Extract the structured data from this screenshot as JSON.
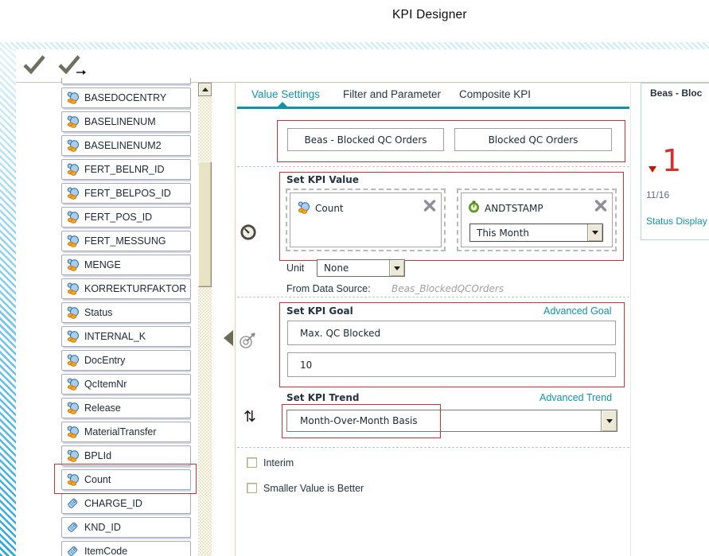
{
  "title": "KPI Designer",
  "tabs": [
    {
      "label": "Value Settings",
      "active": true
    },
    {
      "label": "Filter and Parameter",
      "active": false
    },
    {
      "label": "Composite KPI",
      "active": false
    }
  ],
  "sidebar": {
    "items": [
      {
        "label": "BASEDOCENTRY",
        "icon": "measure-icon"
      },
      {
        "label": "BASELINENUM",
        "icon": "measure-icon"
      },
      {
        "label": "BASELINENUM2",
        "icon": "measure-icon"
      },
      {
        "label": "FERT_BELNR_ID",
        "icon": "measure-icon"
      },
      {
        "label": "FERT_BELPOS_ID",
        "icon": "measure-icon"
      },
      {
        "label": "FERT_POS_ID",
        "icon": "measure-icon"
      },
      {
        "label": "FERT_MESSUNG",
        "icon": "measure-icon"
      },
      {
        "label": "MENGE",
        "icon": "measure-icon"
      },
      {
        "label": "KORREKTURFAKTOR",
        "icon": "measure-icon"
      },
      {
        "label": "Status",
        "icon": "measure-icon"
      },
      {
        "label": "INTERNAL_K",
        "icon": "measure-icon"
      },
      {
        "label": "DocEntry",
        "icon": "measure-icon"
      },
      {
        "label": "QcItemNr",
        "icon": "measure-icon"
      },
      {
        "label": "Release",
        "icon": "measure-icon"
      },
      {
        "label": "MaterialTransfer",
        "icon": "measure-icon"
      },
      {
        "label": "BPLId",
        "icon": "measure-icon"
      },
      {
        "label": "Count",
        "icon": "measure-icon",
        "highlighted": true
      },
      {
        "label": "CHARGE_ID",
        "icon": "dimension-icon"
      },
      {
        "label": "KND_ID",
        "icon": "dimension-icon"
      },
      {
        "label": "ItemCode",
        "icon": "dimension-icon"
      }
    ]
  },
  "names": {
    "kpi_name": "Beas - Blocked QC Orders",
    "kpi_display_name": "Blocked QC Orders"
  },
  "value_section": {
    "title": "Set KPI Value",
    "measure": "Count",
    "time_field": "ANDTSTAMP",
    "time_period": "This Month",
    "unit_label": "Unit",
    "unit_value": "None",
    "data_source_label": "From Data Source:",
    "data_source_value": "Beas_BlockedQCOrders"
  },
  "goal_section": {
    "title": "Set KPI Goal",
    "advanced_link": "Advanced Goal",
    "goal_name": "Max. QC Blocked",
    "goal_value": "10"
  },
  "trend_section": {
    "title": "Set KPI Trend",
    "advanced_link": "Advanced Trend",
    "trend_basis": "Month-Over-Month Basis"
  },
  "options": [
    {
      "label": "Interim",
      "checked": false
    },
    {
      "label": "Smaller Value is Better",
      "checked": false
    }
  ],
  "preview": {
    "title": "Beas - Bloc",
    "value": "1",
    "page": "11/16",
    "link": "Status Display"
  },
  "colors": {
    "accent": "#0f93aa",
    "annotation": "#cc3333",
    "value_red": "#d5302a"
  }
}
